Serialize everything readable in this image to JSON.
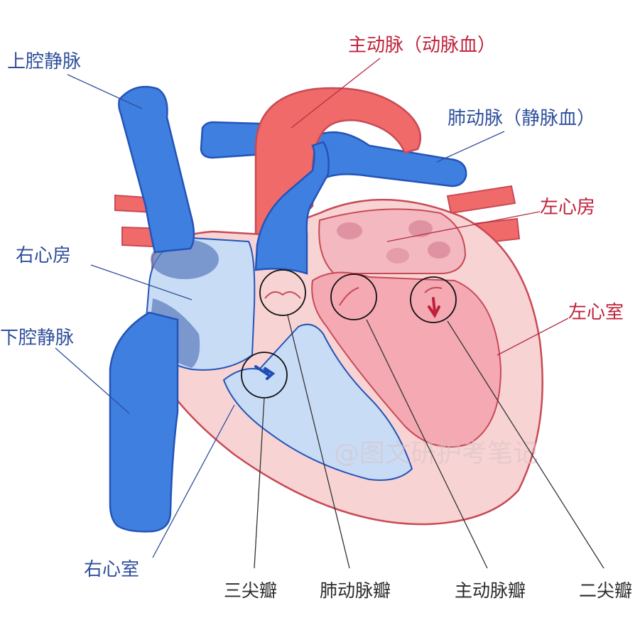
{
  "labels": {
    "superior_vena_cava": "上腔静脉",
    "aorta": "主动脉（动脉血）",
    "pulmonary_artery": "肺动脉（静脉血）",
    "left_atrium": "左心房",
    "right_atrium": "右心房",
    "left_ventricle": "左心室",
    "inferior_vena_cava": "下腔静脉",
    "right_ventricle": "右心室",
    "tricuspid_valve": "三尖瓣",
    "pulmonary_valve": "肺动脉瓣",
    "aortic_valve": "主动脉瓣",
    "mitral_valve": "二尖瓣"
  },
  "watermark": "@图文研护考笔记",
  "colors": {
    "vein_blue": "#3f7fe0",
    "vein_outline": "#2454b8",
    "artery_red": "#f06a6a",
    "artery_outline": "#c84a55",
    "heart_pink": "#f8d3d4",
    "chamber_pink": "#f4a9b3",
    "chamber_blue": "#c9dcf6",
    "label_blue": "#2f4f9c",
    "label_red": "#c0213a"
  }
}
